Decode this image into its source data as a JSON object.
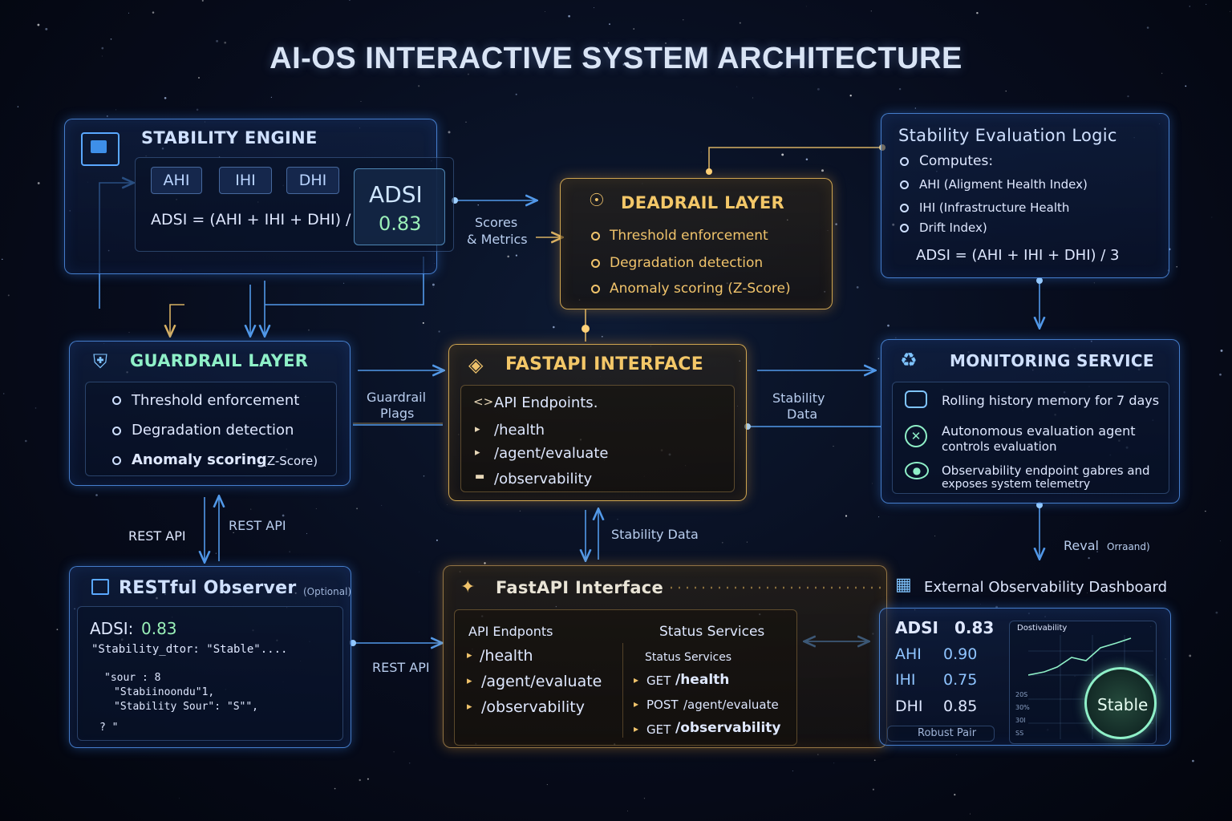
{
  "title": "AI-OS INTERACTIVE SYSTEM ARCHITECTURE",
  "stability_engine": {
    "title": "STABILITY ENGINE",
    "chips": [
      "AHI",
      "IHI",
      "DHI"
    ],
    "formula": "ADSI = (AHI + IHI + DHI) /",
    "adsi_label": "ADSI",
    "adsi_value": "0.83"
  },
  "deadrail": {
    "title": "DEADRAIL LAYER",
    "items": [
      "Threshold enforcement",
      "Degradation detection",
      "Anomaly scoring (Z-Score)"
    ]
  },
  "evaluation_logic": {
    "title": "Stability Evaluation Logic",
    "items": [
      "Computes:",
      "AHI (Aligment Health Index)",
      "IHI (Infrastructure Health",
      "Drift Index)"
    ],
    "formula": "ADSI = (AHI + IHI + DHI) / 3"
  },
  "guardrail": {
    "title": "GUARDRAIL LAYER",
    "items": [
      "Threshold enforcement",
      "Degradation detection",
      "Anomaly scoring"
    ],
    "suffix": "(Z-Score)"
  },
  "fastapi_top": {
    "title": "FASTAPI INTERFACE",
    "heading": "API Endpoints.",
    "endpoints": [
      "/health",
      "/agent/evaluate",
      "/observability"
    ]
  },
  "monitoring": {
    "title": "MONITORING SERVICE",
    "item1": "Rolling history memory for 7 days",
    "item2a": "Autonomous evaluation agent",
    "item2b": "controls evaluation",
    "item3a": "Observability endpoint gabres and",
    "item3b": "exposes system telemetry"
  },
  "restful": {
    "title": "RESTful Observer",
    "optional": "(Optional)",
    "adsi_label": "ADSI:",
    "adsi_value": "0.83",
    "line1": "\"Stability_dtor: \"Stable\"....",
    "line2": "\"sour : 8",
    "line3": "\"Stabiinoondu\"1,",
    "line4": "\"Stability Sour\": \"S\"\",",
    "line5": "?  \""
  },
  "fastapi_bottom": {
    "title": "FastAPI Interface",
    "col1_heading": "API Endponts",
    "col1": [
      "/health",
      "/agent/evaluate",
      "/observability"
    ],
    "col2_heading": "Status Services",
    "col2_sub": "Status Services",
    "col2": [
      {
        "method": "GET",
        "path": "/health"
      },
      {
        "method": "POST",
        "path": "/agent/evaluate"
      },
      {
        "method": "GET",
        "path": "/observability"
      }
    ]
  },
  "dashboard": {
    "title": "External Observability Dashboard",
    "metrics": [
      {
        "name": "ADSI",
        "value": "0.83"
      },
      {
        "name": "AHI",
        "value": "0.90"
      },
      {
        "name": "IHI",
        "value": "0.75"
      },
      {
        "name": "DHI",
        "value": "0.85"
      }
    ],
    "footer": "Robust Pair",
    "chart_title": "Dostivability",
    "gauge_label": "Stable",
    "ticks": [
      "20S",
      "30%",
      "30I",
      "SS"
    ]
  },
  "labels": {
    "scores": "Scores",
    "metrics": "& Metrics",
    "guardrail": "Guardrail",
    "plags": "Plags",
    "stability": "Stability",
    "data": "Data",
    "rest_api_left": "REST API",
    "rest_api_right": "REST API",
    "stability_data": "Stability Data",
    "rest_api_bottom": "REST API",
    "reval": "Reval",
    "reval_sub": "Orraand)"
  },
  "colors": {
    "accent": "#5aa0ff",
    "gold": "#f0c36b",
    "green": "#8ff0c8"
  }
}
